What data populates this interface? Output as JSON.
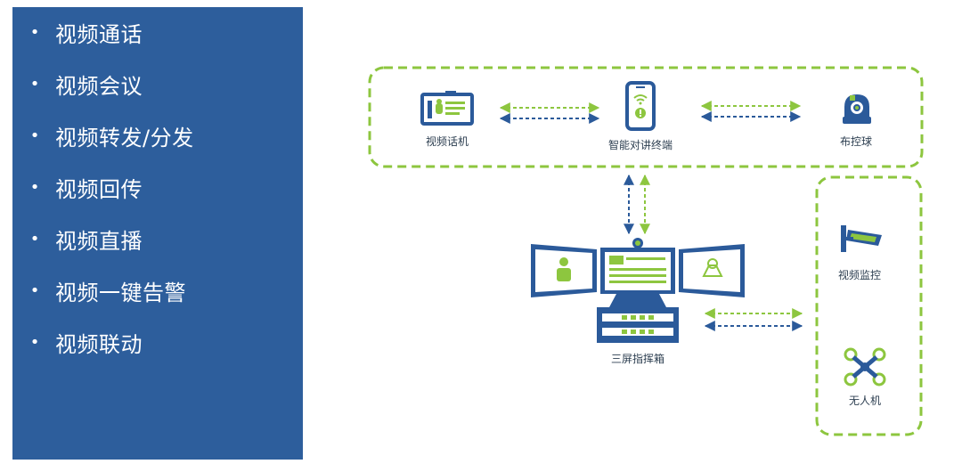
{
  "features": [
    "视频通话",
    "视频会议",
    "视频转发/分发",
    "视频回传",
    "视频直播",
    "视频一键告警",
    "视频联动"
  ],
  "nodes": {
    "videophone": "视频话机",
    "intercom": "智能对讲终端",
    "dome_camera": "布控球",
    "command_box": "三屏指挥箱",
    "surveillance": "视频监控",
    "drone": "无人机"
  },
  "colors": {
    "panel": "#2d5e9c",
    "green": "#8dc63f",
    "blue": "#2b5a9a"
  },
  "bullet_symbol": "•"
}
